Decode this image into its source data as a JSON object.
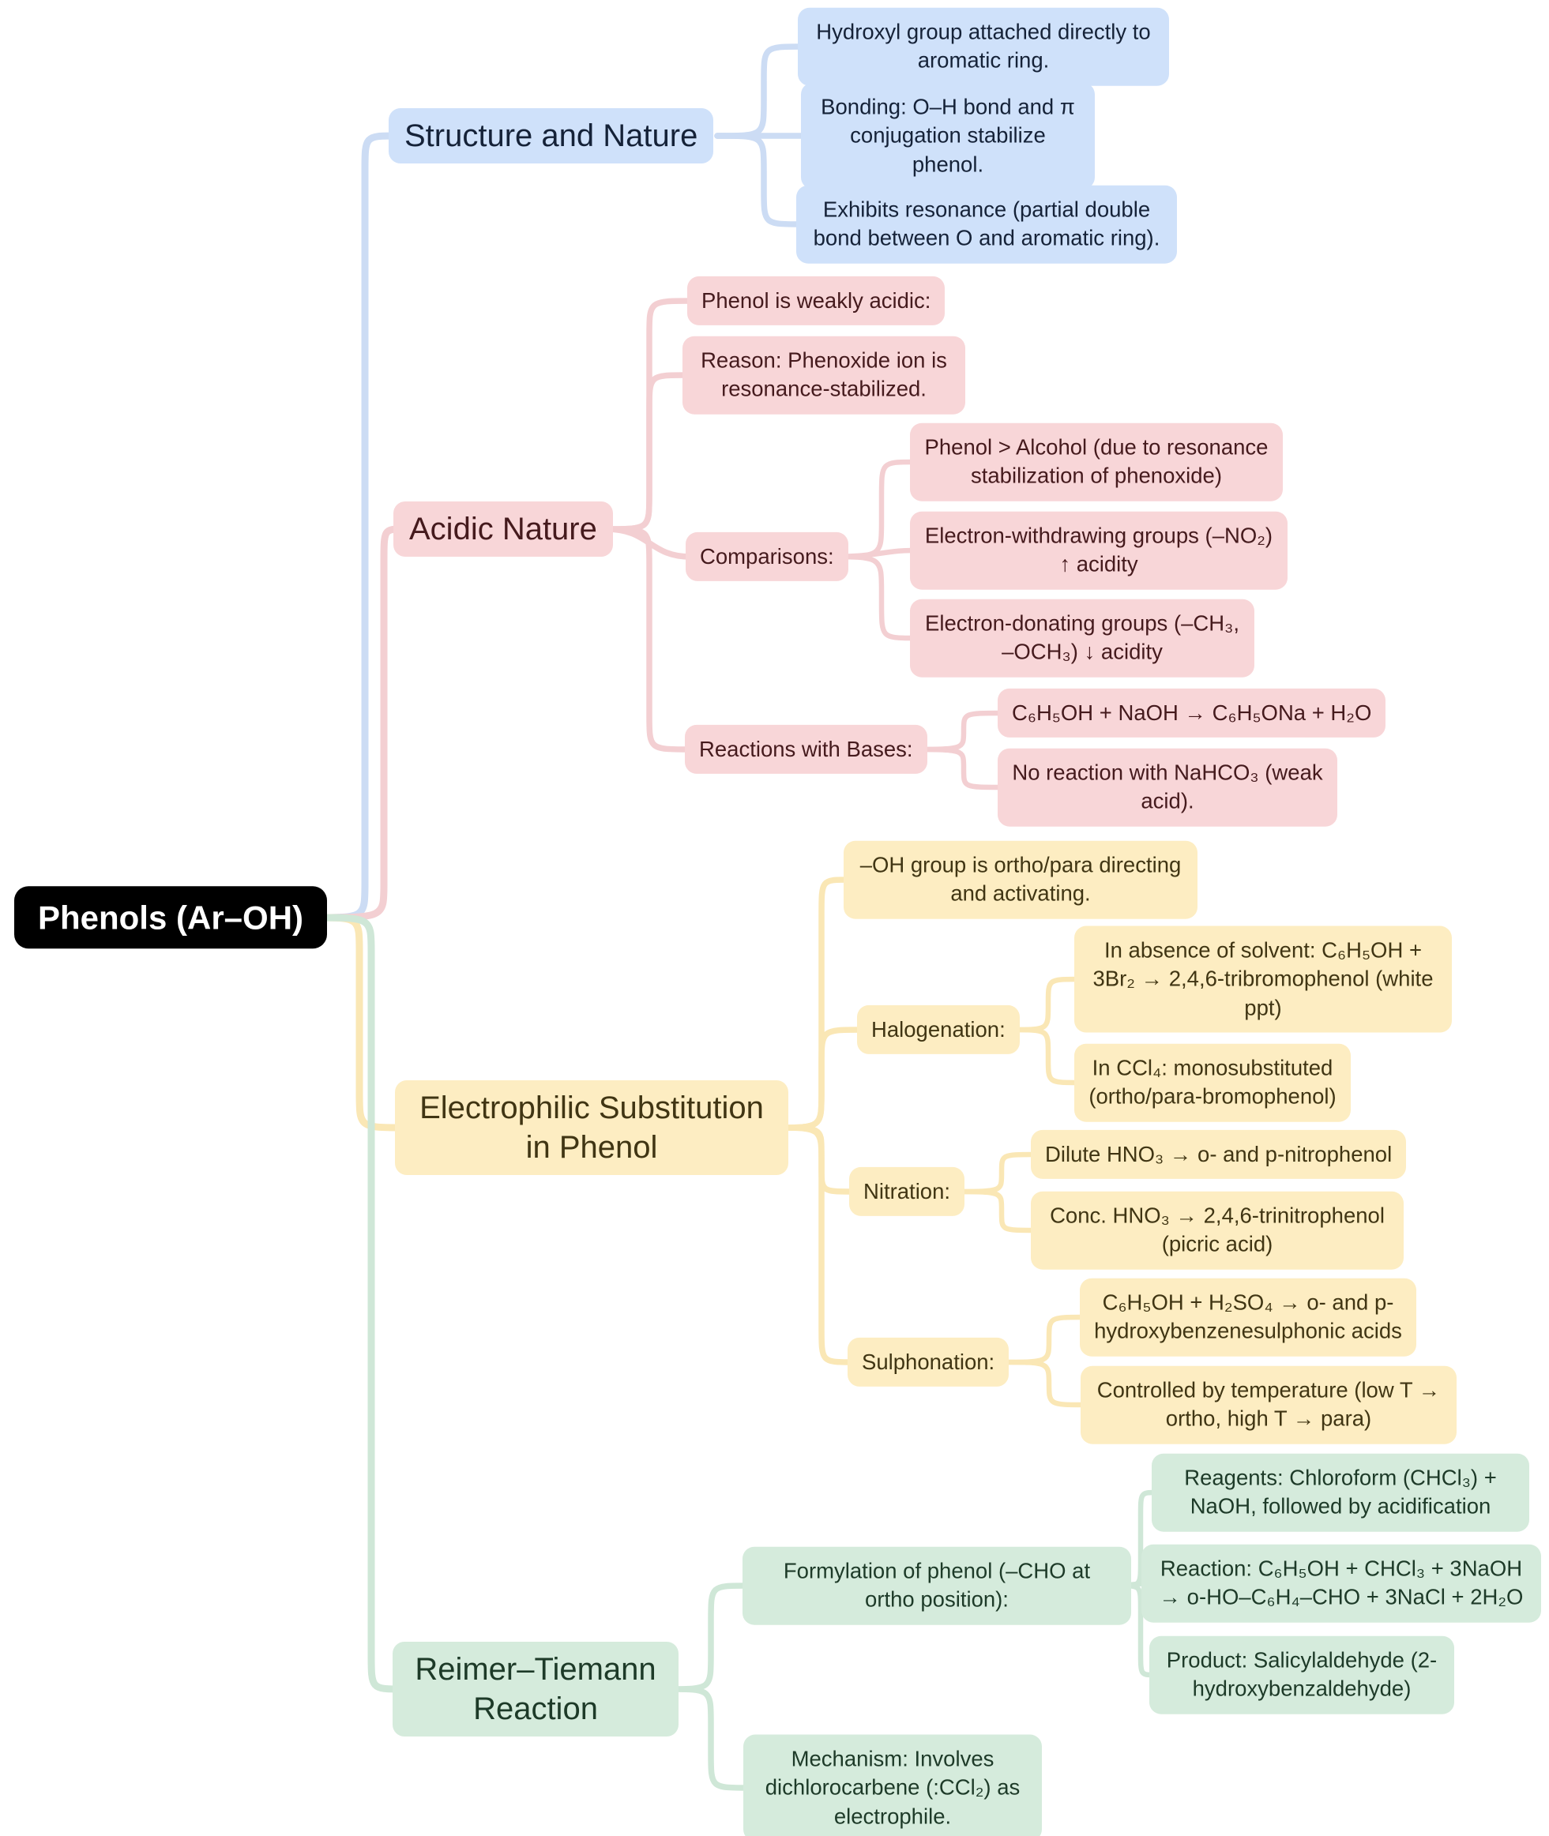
{
  "diagram_type": "mindmap",
  "palette": {
    "root_fill": "#000000",
    "root_text": "#ffffff",
    "structure_fill": "#cfe1fa",
    "structure_link": "#ccdcf4",
    "acidic_fill": "#f8d6d8",
    "acidic_link": "#f3cfd2",
    "electrophilic_fill": "#fdedc2",
    "electrophilic_link": "#fae7b5",
    "reimer_fill": "#d5ebdc",
    "reimer_link": "#cfe7d7",
    "background": "#ffffff"
  },
  "mindmap": {
    "root": {
      "label": "Phenols (Ar–OH)"
    },
    "branches": [
      {
        "label": "Structure and Nature",
        "children": [
          {
            "label": "Hydroxyl group attached directly to aromatic ring."
          },
          {
            "label": "Bonding: O–H bond and π conjugation stabilize phenol."
          },
          {
            "label": "Exhibits resonance (partial double bond between O and aromatic ring)."
          }
        ]
      },
      {
        "label": "Acidic Nature",
        "children": [
          {
            "label": "Phenol is weakly acidic:"
          },
          {
            "label": "Reason: Phenoxide ion is resonance-stabilized."
          },
          {
            "label": "Comparisons:",
            "children": [
              {
                "label": "Phenol > Alcohol (due to resonance stabilization of phenoxide)"
              },
              {
                "label": "Electron-withdrawing groups (–NO₂) ↑ acidity"
              },
              {
                "label": "Electron-donating groups (–CH₃, –OCH₃) ↓ acidity"
              }
            ]
          },
          {
            "label": "Reactions with Bases:",
            "children": [
              {
                "label": "C₆H₅OH + NaOH → C₆H₅ONa + H₂O"
              },
              {
                "label": "No reaction with NaHCO₃ (weak acid)."
              }
            ]
          }
        ]
      },
      {
        "label": "Electrophilic Substitution in Phenol",
        "children": [
          {
            "label": "–OH group is ortho/para directing and activating."
          },
          {
            "label": "Halogenation:",
            "children": [
              {
                "label": "In absence of solvent: C₆H₅OH + 3Br₂ → 2,4,6-tribromophenol (white ppt)"
              },
              {
                "label": "In CCl₄: monosubstituted (ortho/para-bromophenol)"
              }
            ]
          },
          {
            "label": "Nitration:",
            "children": [
              {
                "label": "Dilute HNO₃ → o- and p-nitrophenol"
              },
              {
                "label": "Conc. HNO₃ → 2,4,6-trinitrophenol (picric acid)"
              }
            ]
          },
          {
            "label": "Sulphonation:",
            "children": [
              {
                "label": "C₆H₅OH + H₂SO₄ → o- and p-hydroxybenzenesulphonic acids"
              },
              {
                "label": "Controlled by temperature (low T → ortho, high T → para)"
              }
            ]
          }
        ]
      },
      {
        "label": "Reimer–Tiemann Reaction",
        "children": [
          {
            "label": "Formylation of phenol (–CHO at ortho position):",
            "children": [
              {
                "label": "Reagents: Chloroform (CHCl₃) + NaOH, followed by acidification"
              },
              {
                "label": "Reaction: C₆H₅OH + CHCl₃ + 3NaOH → o-HO–C₆H₄–CHO + 3NaCl + 2H₂O"
              },
              {
                "label": "Product: Salicylaldehyde (2-hydroxybenzaldehyde)"
              }
            ]
          },
          {
            "label": "Mechanism: Involves dichlorocarbene (:CCl₂) as electrophile."
          }
        ]
      }
    ]
  }
}
